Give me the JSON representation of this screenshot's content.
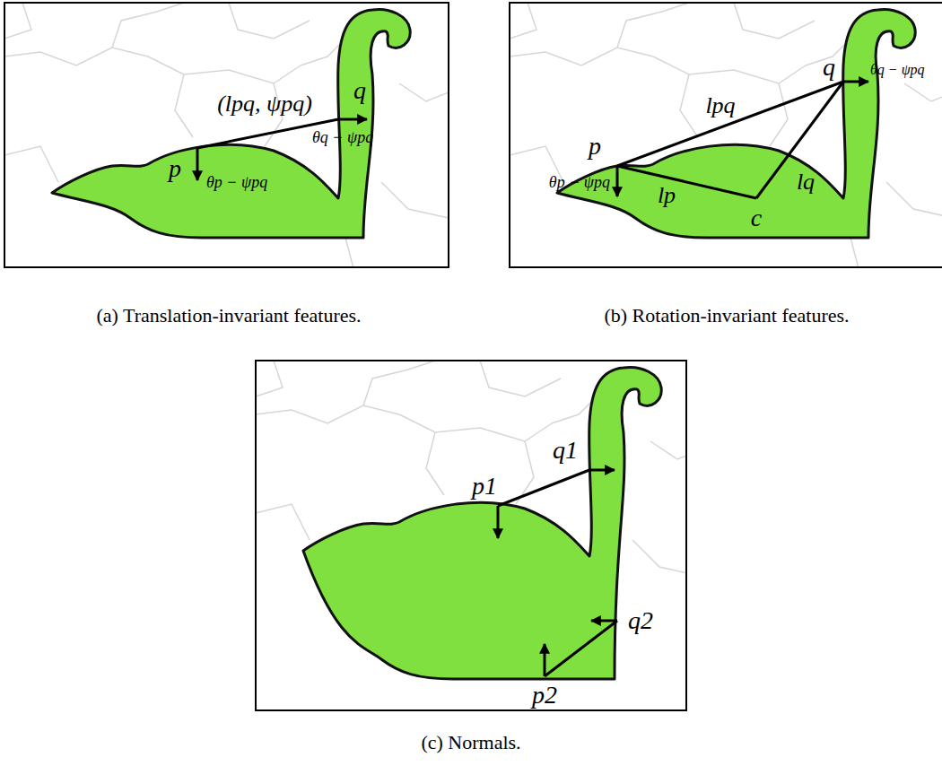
{
  "diagram": {
    "labels": [
      "(lpq, ψpq)",
      "q",
      "p",
      "θp − ψpq",
      "θq − ψpq",
      "(a) Translation-invariant features.",
      "p",
      "lpq",
      "q",
      "θq − ψpq",
      "θp − ψpq",
      "lp",
      "c",
      "lq",
      "(b) Rotation-invariant features.",
      "p1",
      "q1",
      "q2",
      "p2",
      "(c) Normals."
    ]
  }
}
